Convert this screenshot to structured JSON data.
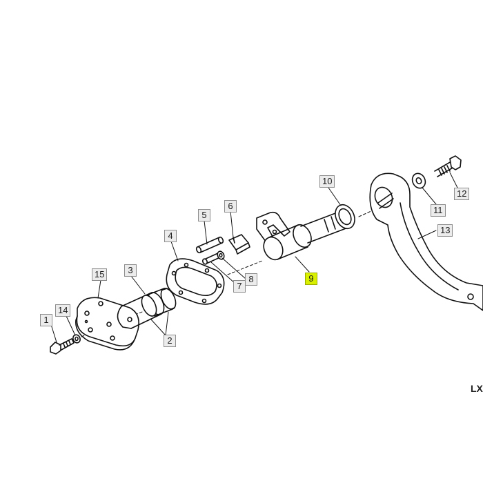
{
  "diagram": {
    "highlight_color": "#d8f000",
    "drawing_code": "LX",
    "callouts": [
      {
        "id": "c1",
        "label": "1"
      },
      {
        "id": "c2",
        "label": "2"
      },
      {
        "id": "c3",
        "label": "3"
      },
      {
        "id": "c4",
        "label": "4"
      },
      {
        "id": "c5",
        "label": "5"
      },
      {
        "id": "c6",
        "label": "6"
      },
      {
        "id": "c7",
        "label": "7"
      },
      {
        "id": "c8",
        "label": "8"
      },
      {
        "id": "c9",
        "label": "9",
        "highlighted": true
      },
      {
        "id": "c10",
        "label": "10"
      },
      {
        "id": "c11",
        "label": "11"
      },
      {
        "id": "c12",
        "label": "12"
      },
      {
        "id": "c13",
        "label": "13"
      },
      {
        "id": "c14",
        "label": "14"
      },
      {
        "id": "c15",
        "label": "15"
      }
    ]
  }
}
